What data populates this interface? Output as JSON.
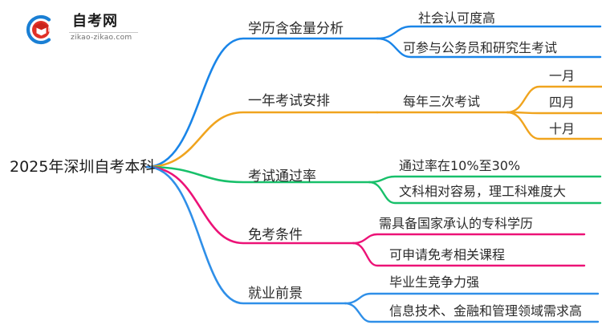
{
  "logo": {
    "name_cn": "自考网",
    "domain": "zikao-zikao.com",
    "mark_outer_color": "#1a7fd4",
    "mark_inner_color": "#e03127"
  },
  "mindmap": {
    "root": {
      "label": "2025年深圳自考本科"
    },
    "colors": {
      "blue": "#1a85e8",
      "orange": "#f0a41e",
      "green": "#18c06a",
      "pink": "#ec1277",
      "blue2": "#2f8fe8"
    },
    "branches": [
      {
        "label": "学历含金量分析",
        "color": "#1a85e8",
        "children": [
          {
            "label": "社会认可度高",
            "children": []
          },
          {
            "label": "可参与公务员和研究生考试",
            "children": []
          }
        ]
      },
      {
        "label": "一年考试安排",
        "color": "#f0a41e",
        "children": [
          {
            "label": "每年三次考试",
            "children": [
              {
                "label": "一月"
              },
              {
                "label": "四月"
              },
              {
                "label": "十月"
              }
            ]
          }
        ]
      },
      {
        "label": "考试通过率",
        "color": "#18c06a",
        "children": [
          {
            "label": "通过率在10%至30%",
            "children": []
          },
          {
            "label": "文科相对容易，理工科难度大",
            "children": []
          }
        ]
      },
      {
        "label": "免考条件",
        "color": "#ec1277",
        "children": [
          {
            "label": "需具备国家承认的专科学历",
            "children": []
          },
          {
            "label": "可申请免考相关课程",
            "children": []
          }
        ]
      },
      {
        "label": "就业前景",
        "color": "#2f8fe8",
        "children": [
          {
            "label": "毕业生竞争力强",
            "children": []
          },
          {
            "label": "信息技术、金融和管理领域需求高",
            "children": []
          }
        ]
      }
    ]
  }
}
